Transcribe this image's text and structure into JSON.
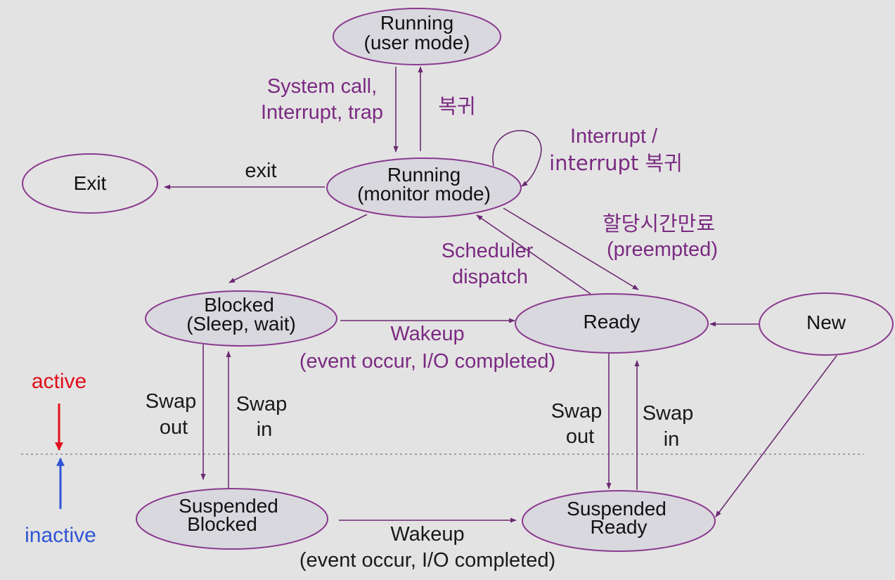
{
  "states": {
    "running_user": {
      "line1": "Running",
      "line2": "(user mode)"
    },
    "running_monitor": {
      "line1": "Running",
      "line2": "(monitor mode)"
    },
    "exit": {
      "line1": "Exit"
    },
    "blocked": {
      "line1": "Blocked",
      "line2": "(Sleep, wait)"
    },
    "ready": {
      "line1": "Ready"
    },
    "new": {
      "line1": "New"
    },
    "suspended_blocked": {
      "line1": "Suspended",
      "line2": "Blocked"
    },
    "suspended_ready": {
      "line1": "Suspended",
      "line2": "Ready"
    }
  },
  "transitions": {
    "syscall": {
      "line1": "System call,",
      "line2": "Interrupt, trap"
    },
    "return": {
      "line1": "복귀"
    },
    "interrupt": {
      "line1": "Interrupt /",
      "line2": "interrupt 복귀"
    },
    "exit": {
      "line1": "exit"
    },
    "preempted": {
      "line1": "할당시간만료",
      "line2": "(preempted)"
    },
    "dispatch": {
      "line1": "Scheduler",
      "line2": "dispatch"
    },
    "wakeup_top": {
      "line1": "Wakeup",
      "line2": "(event occur, I/O completed)"
    },
    "wakeup_bottom": {
      "line1": "Wakeup",
      "line2": "(event occur, I/O completed)"
    },
    "swap_out_left": {
      "line1": "Swap",
      "line2": "out"
    },
    "swap_in_left": {
      "line1": "Swap",
      "line2": "in"
    },
    "swap_out_right": {
      "line1": "Swap",
      "line2": "out"
    },
    "swap_in_right": {
      "line1": "Swap",
      "line2": "in"
    }
  },
  "legend": {
    "active": "active",
    "inactive": "inactive"
  },
  "colors": {
    "background": "#e4e3e3",
    "node_fill": "#d9d8de",
    "node_stroke": "#8a3a90",
    "arrow": "#6b2a73",
    "label": "#7a2a82",
    "active": "#e0101a",
    "inactive": "#2f55d4"
  }
}
